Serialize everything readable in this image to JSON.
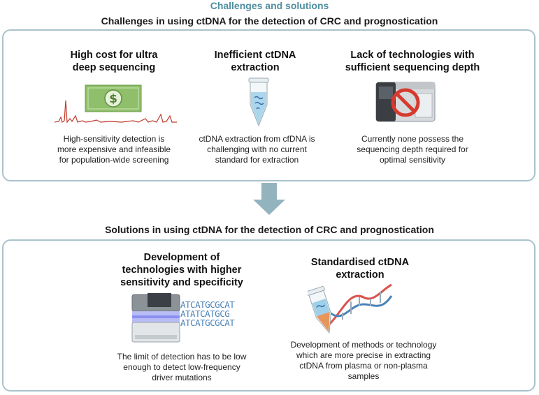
{
  "title": "Challenges and solutions",
  "challenges": {
    "heading": "Challenges in using ctDNA for the detection of CRC and prognostication",
    "items": [
      {
        "title_lines": [
          "High cost for ultra",
          "deep sequencing"
        ],
        "desc_lines": [
          "High-sensitivity detection is",
          "more expensive and infeasible",
          "for population-wide screening"
        ],
        "icon": "money-peaks-icon"
      },
      {
        "title_lines": [
          "Inefficient ctDNA",
          "extraction"
        ],
        "desc_lines": [
          "ctDNA extraction from cfDNA is",
          "challenging with no current",
          "standard for extraction"
        ],
        "icon": "test-tube-icon"
      },
      {
        "title_lines": [
          "Lack of technologies with",
          "sufficient sequencing depth"
        ],
        "desc_lines": [
          "Currently none possess the",
          "sequencing depth required for",
          "optimal sensitivity"
        ],
        "icon": "sequencer-prohibited-icon"
      }
    ]
  },
  "solutions": {
    "heading": "Solutions in using ctDNA for the detection of CRC and prognostication",
    "items": [
      {
        "title_lines": [
          "Development of",
          "technologies with higher",
          "sensitivity and specificity"
        ],
        "desc_lines": [
          "The limit of detection has to be  low",
          "enough to detect low-frequency",
          "driver mutations"
        ],
        "dna_lines": [
          "ATCATGCGCAT",
          "ATATCATGCG",
          "ATCATGCGCAT"
        ],
        "icon": "sequencer-icon"
      },
      {
        "title_lines": [
          "Standardised ctDNA",
          "extraction"
        ],
        "desc_lines": [
          "Development of methods or technology",
          "which are more precise in extracting",
          "ctDNA from plasma or non-plasma",
          "samples"
        ],
        "icon": "tube-dna-helix-icon"
      }
    ]
  },
  "colors": {
    "accent": "#4f8fa0",
    "panel_border": "#a9c3cc",
    "arrow": "#93b4bf",
    "peaks": "#c0392b",
    "money": "#8fbf6a",
    "prohibit": "#d63a2f",
    "dna_text": "#4a82b8"
  }
}
